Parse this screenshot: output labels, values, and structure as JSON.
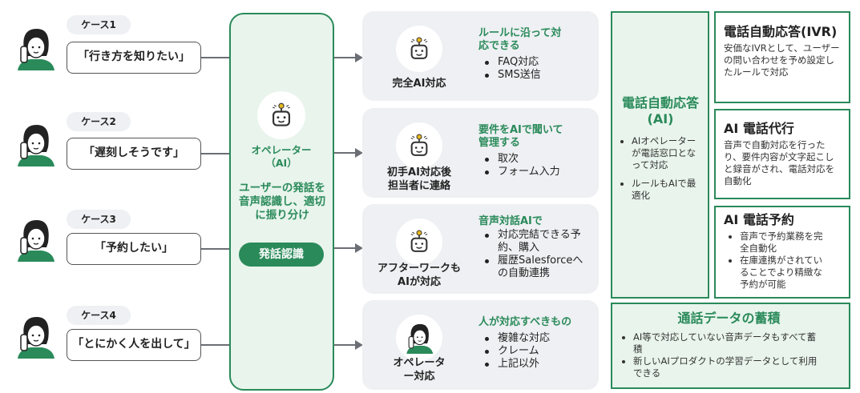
{
  "cases": [
    {
      "label": "ケース1",
      "quote": "「行き方を知りたい」"
    },
    {
      "label": "ケース2",
      "quote": "「遅刻しそうです」"
    },
    {
      "label": "ケース3",
      "quote": "「予約したい」"
    },
    {
      "label": "ケース4",
      "quote": "「とにかく人を出して」"
    }
  ],
  "center": {
    "title": "オペレーター",
    "title2": "（AI）",
    "desc": "ユーザーの発話を音声認識し、適切に振り分け",
    "button": "発話認識"
  },
  "cards": [
    {
      "caption": "完全AI対応",
      "heading": "ルールに沿って対応できる",
      "items": [
        "FAQ対応",
        "SMS送信"
      ]
    },
    {
      "caption": "初手AI対応後担当者に連絡",
      "heading": "要件をAIで聞いて管理する",
      "items": [
        "取次",
        "フォーム入力"
      ]
    },
    {
      "caption": "アフターワークもAIが対応",
      "heading": "音声対話AIで",
      "items": [
        "対応完結できる予約、購入",
        "履歴Salesforceへの自動連携"
      ]
    },
    {
      "caption": "オペレーター対応",
      "heading": "人が対応すべきもの",
      "items": [
        "複雑な対応",
        "クレーム",
        "上記以外"
      ]
    }
  ],
  "right": {
    "ai_box": {
      "title": "電話自動応答(AI)",
      "items": [
        "AIオペレーターが電話窓口となって対応",
        "ルールもAIで最適化"
      ]
    },
    "ivr": {
      "title": "電話自動応答(IVR)",
      "text": "安価なIVRとして、ユーザーの問い合わせを予め設定したルールで対応"
    },
    "proxy": {
      "title": "AI 電話代行",
      "text": "音声で自動対応を行ったり、要件内容が文字起こしと録音がされ、電話対応を自動化"
    },
    "reserve": {
      "title": "AI 電話予約",
      "items": [
        "音声で予約業務を完全自動化",
        "在庫連携がされていることでより精緻な予約が可能"
      ]
    },
    "storage": {
      "title": "通話データの蓄積",
      "items": [
        "AI等で対応していない音声データもすべて蓄積",
        "新しいAIプロダクトの学習データとして利用できる"
      ]
    }
  },
  "colors": {
    "accent": "#2a8a5a",
    "card_bg": "#eef0f3",
    "panel_bg": "#e8f4ec"
  }
}
